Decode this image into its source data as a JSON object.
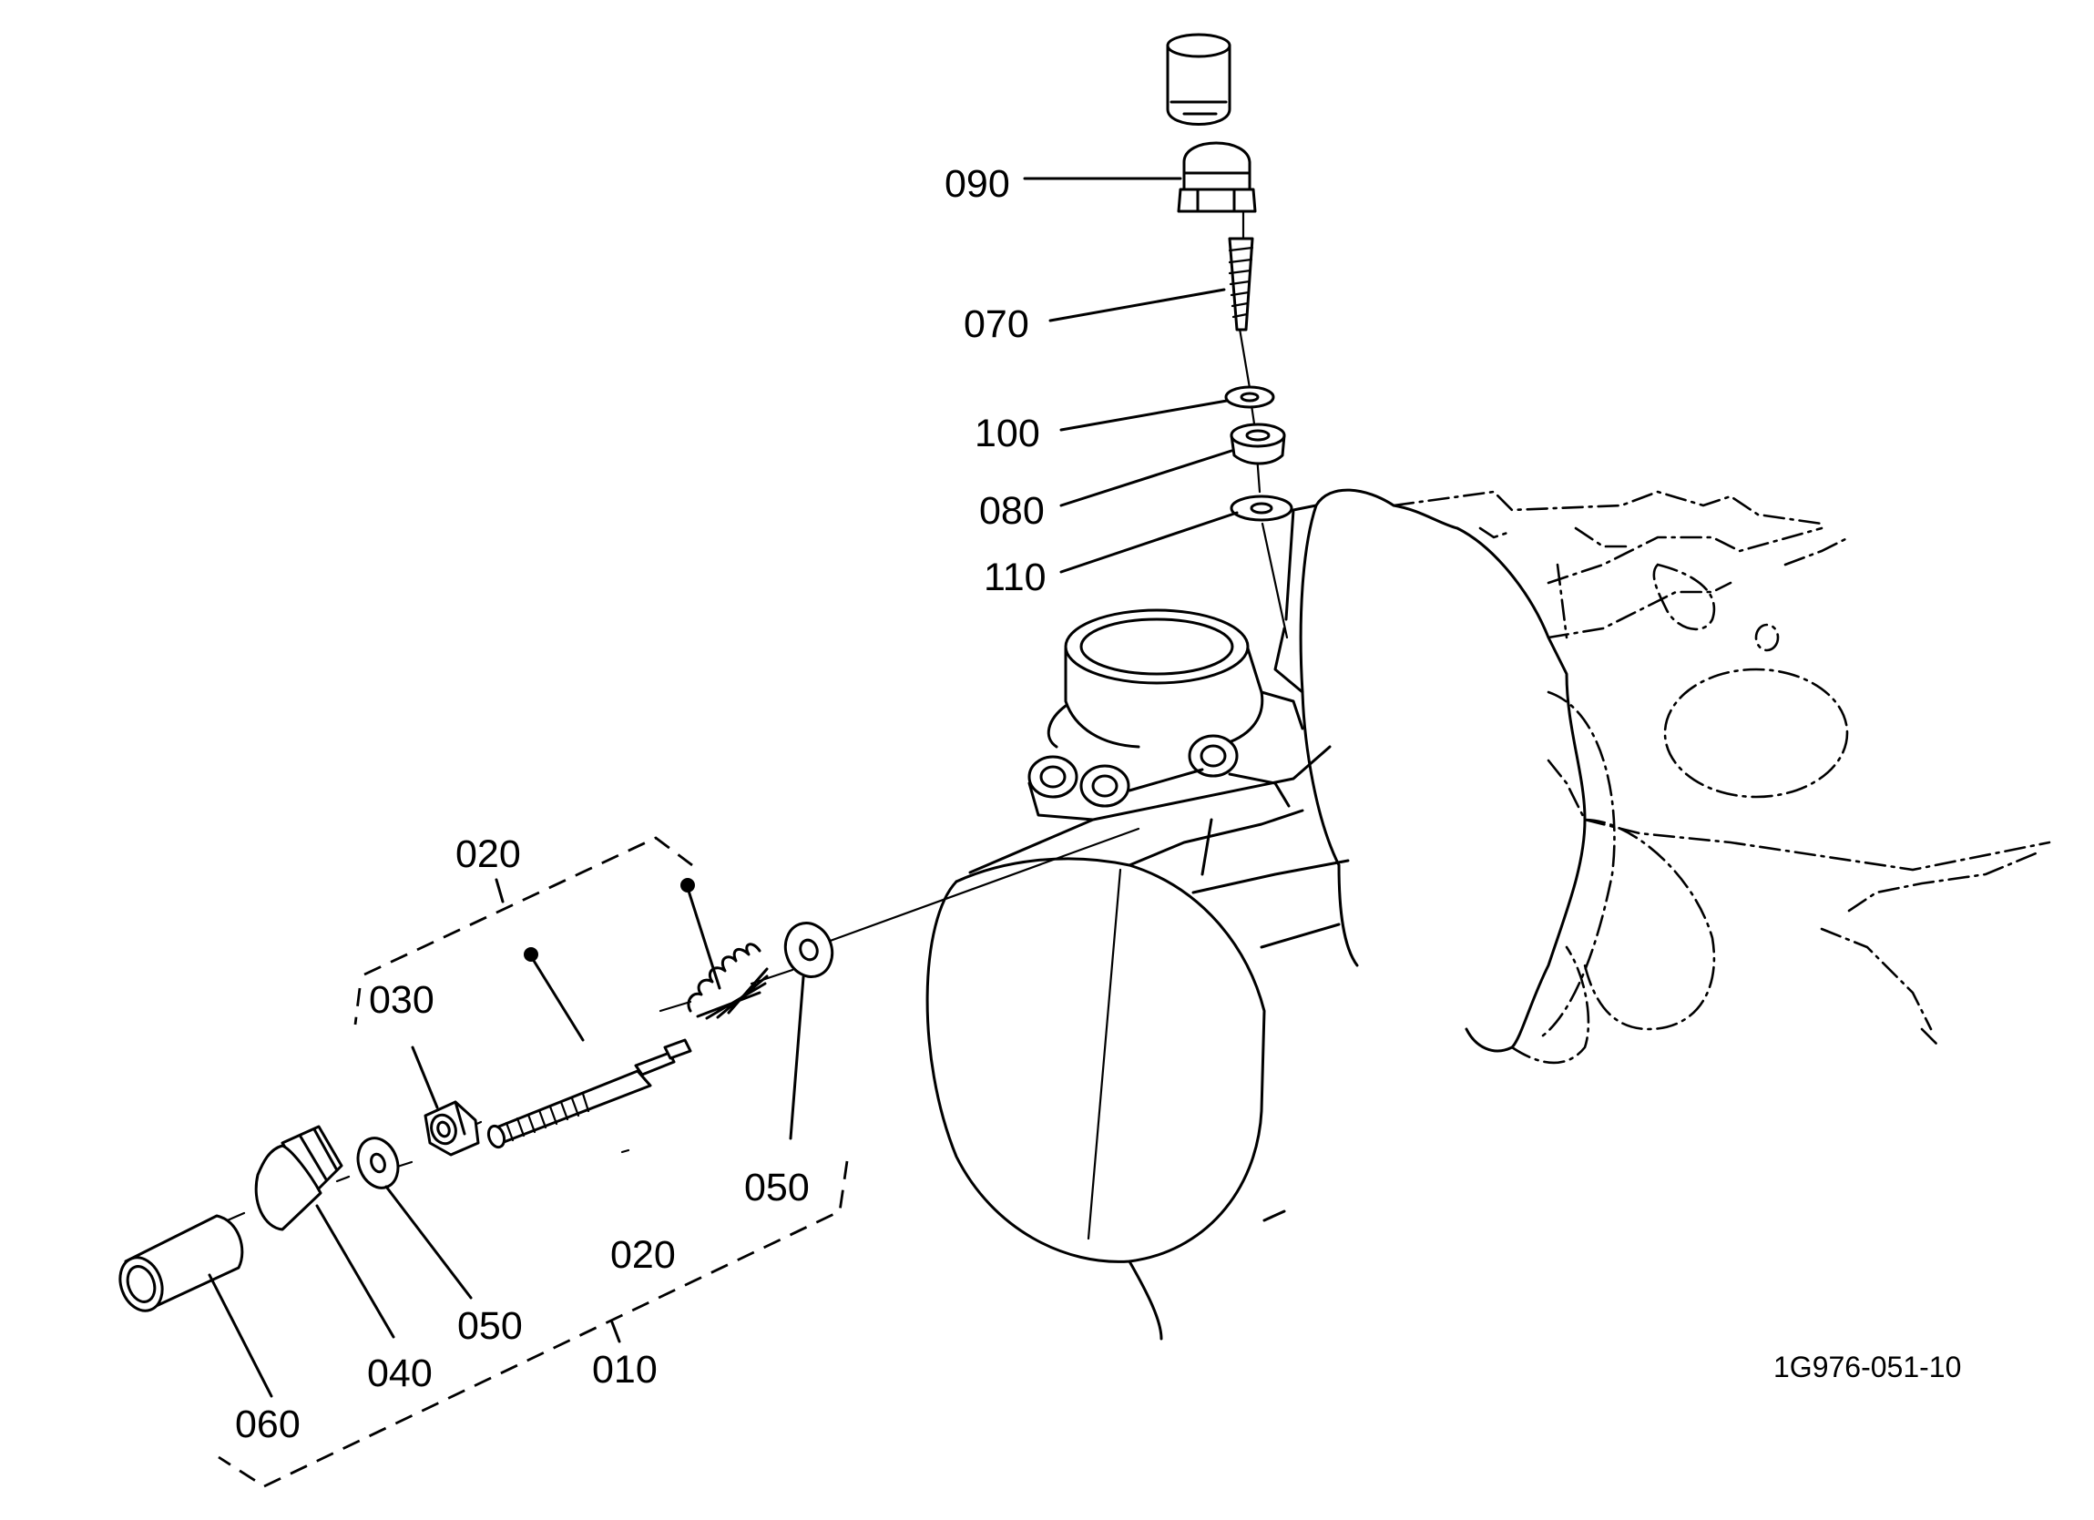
{
  "figure_code": "1G976-051-10",
  "callouts": {
    "c090": "090",
    "c070": "070",
    "c100": "100",
    "c080": "080",
    "c110": "110",
    "c020_top": "020",
    "c030": "030",
    "c050_right": "050",
    "c020_bottom": "020",
    "c050_left": "050",
    "c040": "040",
    "c010": "010",
    "c060": "060"
  }
}
